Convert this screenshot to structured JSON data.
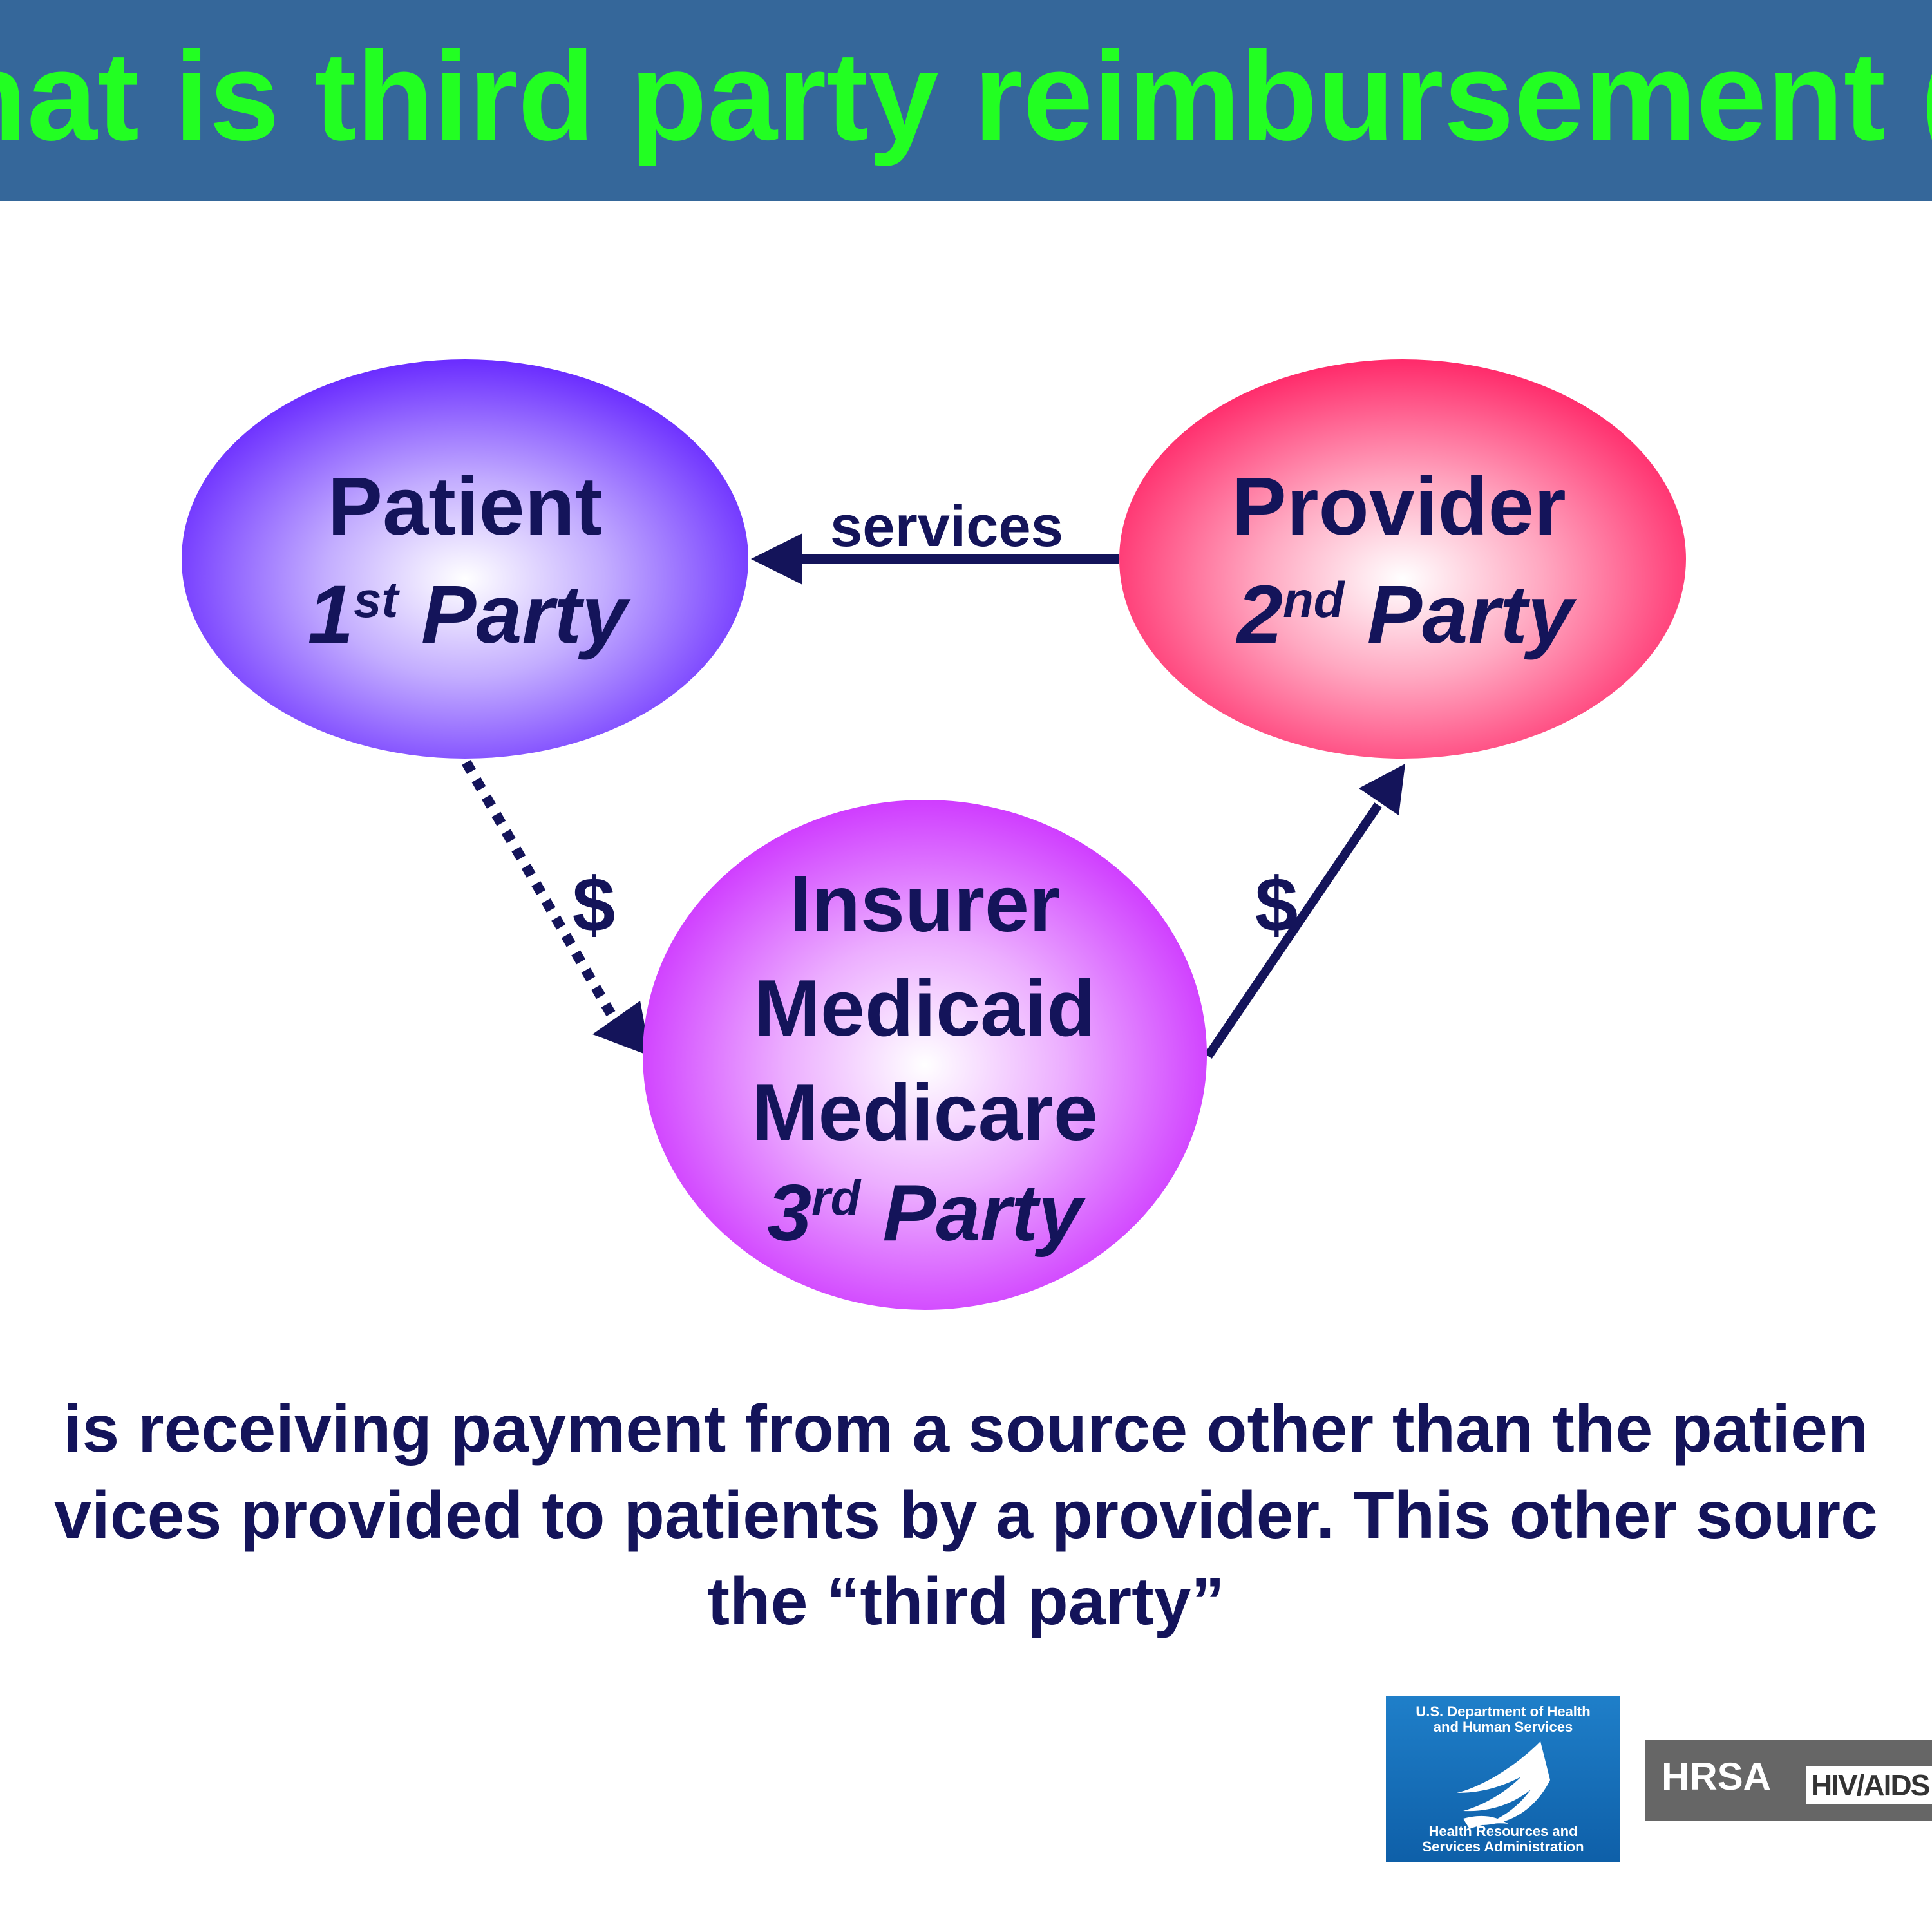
{
  "header": {
    "title": "hat is third party reimbursement (TP",
    "background": "#35679a",
    "title_color": "#22ff22"
  },
  "diagram": {
    "patient": {
      "name": "Patient",
      "party_num": "1",
      "party_sup": "st",
      "party_word": "Party"
    },
    "provider": {
      "name": "Provider",
      "party_num": "2",
      "party_sup": "nd",
      "party_word": "Party"
    },
    "insurer": {
      "lines": [
        "Insurer",
        "Medicaid",
        "Medicare"
      ],
      "party_num": "3",
      "party_sup": "rd",
      "party_word": "Party"
    },
    "edges": {
      "services": "services",
      "patient_to_insurer": "$",
      "insurer_to_provider": "$"
    },
    "colors": {
      "text": "#14145a",
      "patient": "#6a2cff",
      "provider": "#ff2a6a",
      "insurer": "#d33cff"
    }
  },
  "body": {
    "lines": [
      "is receiving payment from a source other than the patien",
      "vices provided to patients by a provider. This other sourc",
      "the “third party”"
    ]
  },
  "logos": {
    "hhs_top": [
      "U.S. Department of Health",
      "and Human Services"
    ],
    "hhs_bottom": [
      "Health Resources and",
      "Services Administration"
    ],
    "hrsa": "HRSA",
    "hivaids": "HIV/AIDS"
  }
}
